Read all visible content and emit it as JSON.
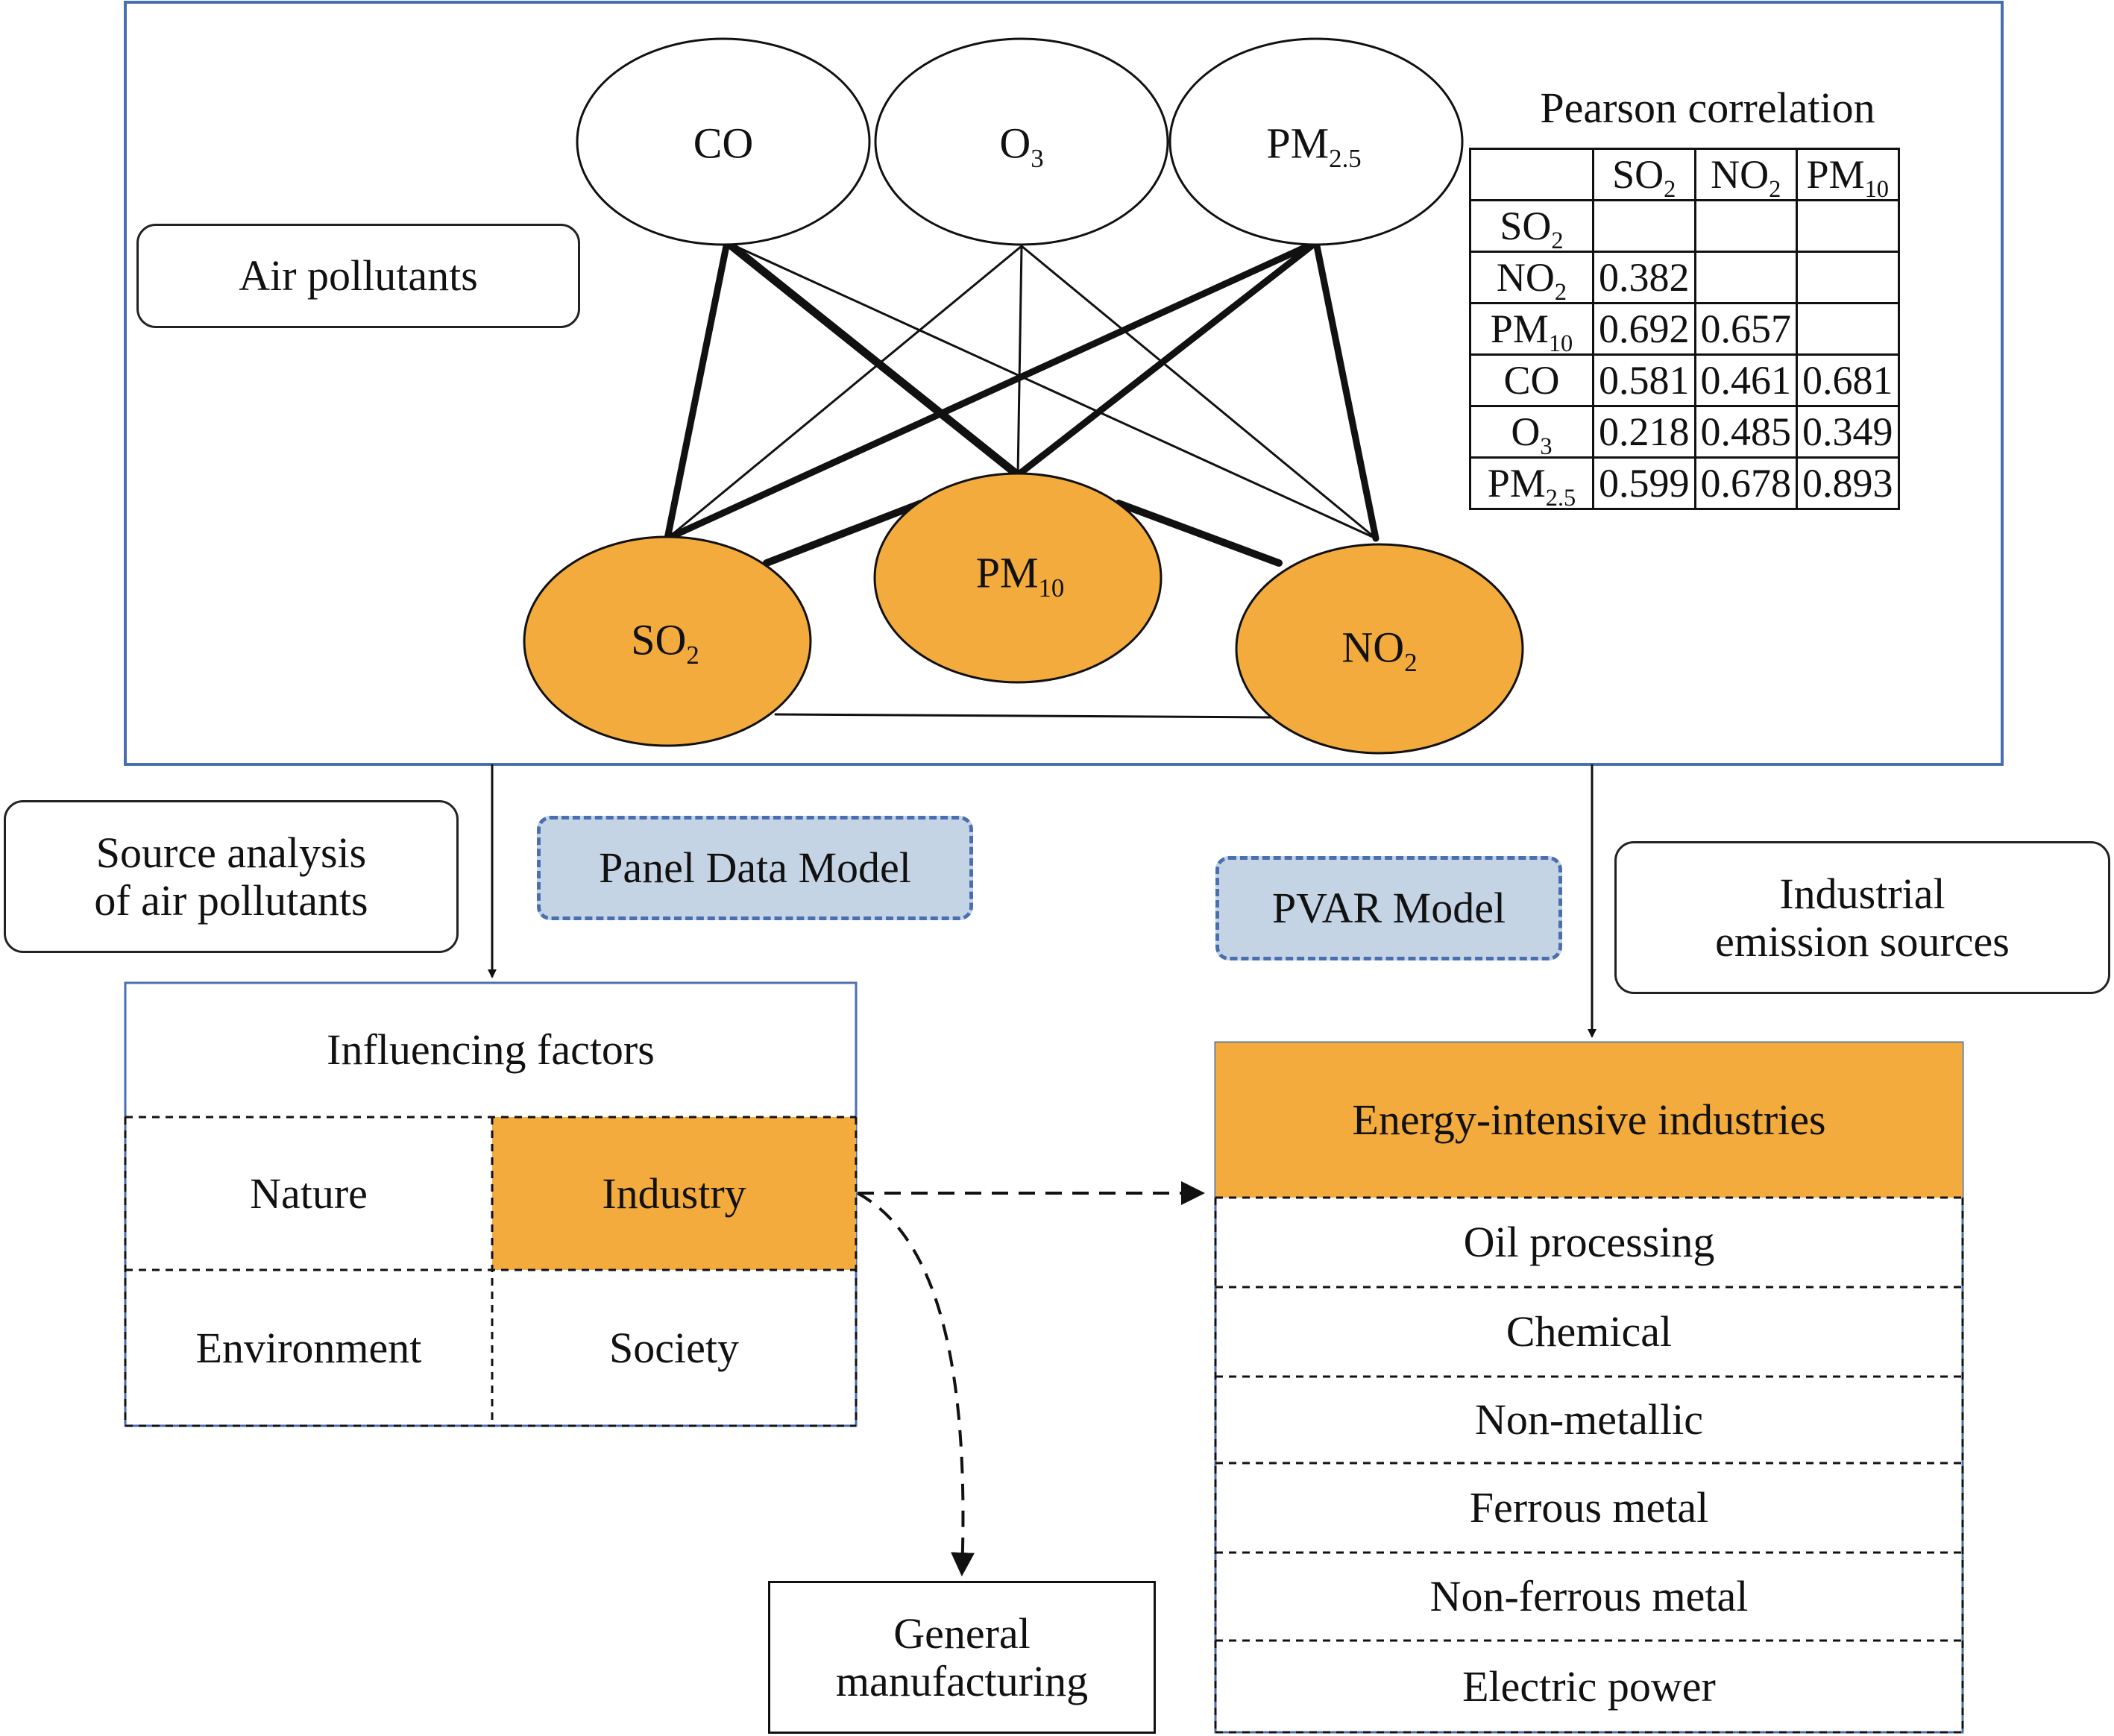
{
  "network": {
    "section_label": "Air pollutants",
    "top_nodes": [
      {
        "id": "co",
        "base": "CO",
        "sub": ""
      },
      {
        "id": "o3",
        "base": "O",
        "sub": "3"
      },
      {
        "id": "pm25",
        "base": "PM",
        "sub": "2.5"
      }
    ],
    "bottom_nodes": [
      {
        "id": "so2",
        "base": "SO",
        "sub": "2"
      },
      {
        "id": "pm10",
        "base": "PM",
        "sub": "10"
      },
      {
        "id": "no2",
        "base": "NO",
        "sub": "2"
      }
    ],
    "highlight_color": "#f2ab3c"
  },
  "pearson": {
    "title": "Pearson correlation",
    "columns": [
      {
        "base": "SO",
        "sub": "2"
      },
      {
        "base": "NO",
        "sub": "2"
      },
      {
        "base": "PM",
        "sub": "10"
      }
    ],
    "rows": [
      {
        "label": {
          "base": "SO",
          "sub": "2"
        },
        "values": [
          "",
          "",
          ""
        ]
      },
      {
        "label": {
          "base": "NO",
          "sub": "2"
        },
        "values": [
          "0.382",
          "",
          ""
        ]
      },
      {
        "label": {
          "base": "PM",
          "sub": "10"
        },
        "values": [
          "0.692",
          "0.657",
          ""
        ]
      },
      {
        "label": {
          "base": "CO",
          "sub": ""
        },
        "values": [
          "0.581",
          "0.461",
          "0.681"
        ]
      },
      {
        "label": {
          "base": "O",
          "sub": "3"
        },
        "values": [
          "0.218",
          "0.485",
          "0.349"
        ]
      },
      {
        "label": {
          "base": "PM",
          "sub": "2.5"
        },
        "values": [
          "0.599",
          "0.678",
          "0.893"
        ]
      }
    ]
  },
  "left_branch": {
    "source_label": "Source analysis\nof air pollutants",
    "model_label": "Panel Data Model",
    "factors_title": "Influencing factors",
    "factors": [
      "Nature",
      "Industry",
      "Environment",
      "Society"
    ],
    "general_label": "General\nmanufacturing"
  },
  "right_branch": {
    "model_label": "PVAR Model",
    "sources_label": "Industrial\nemission sources",
    "industries_title": "Energy-intensive industries",
    "industries": [
      "Oil processing",
      "Chemical",
      "Non-metallic",
      "Ferrous metal",
      "Non-ferrous metal",
      "Electric power"
    ]
  }
}
